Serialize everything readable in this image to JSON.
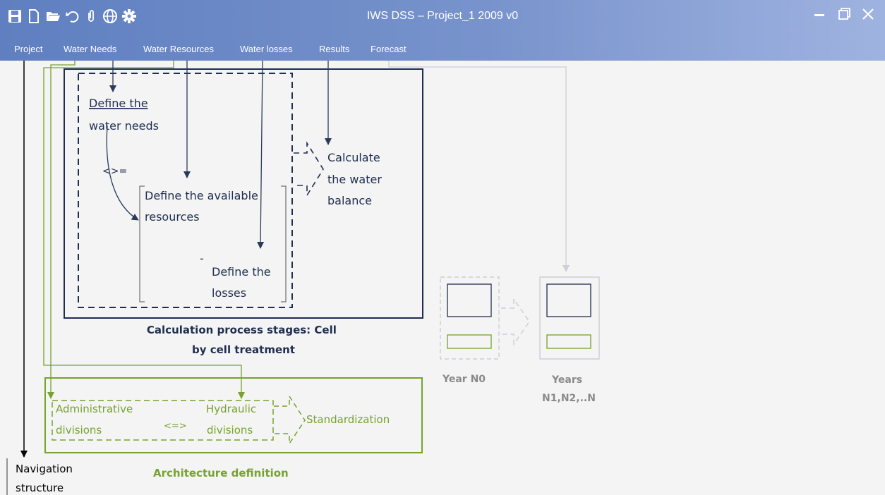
{
  "window": {
    "title": "IWS DSS  –  Project_1 2009 v0",
    "toolbar_icons": [
      "save-icon",
      "new-file-icon",
      "open-folder-icon",
      "undo-icon",
      "attach-icon",
      "globe-icon",
      "settings-icon"
    ],
    "controls": [
      "minimize-icon",
      "restore-icon",
      "close-icon"
    ]
  },
  "menu": {
    "items": [
      "Project",
      "Water Needs",
      "Water Resources",
      "Water losses",
      "Results",
      "Forecast"
    ]
  },
  "diagram": {
    "define_needs": [
      "Define the",
      "water needs"
    ],
    "compare_symbol": "<>=",
    "define_resources": [
      "Define the available",
      "resources"
    ],
    "dash_mark": "-",
    "define_losses": [
      "Define the",
      "losses"
    ],
    "calculate_balance": [
      "Calculate",
      "the water",
      "balance"
    ],
    "calculation_caption": [
      "Calculation process stages: Cell",
      "by cell treatment"
    ],
    "year_n0": "Year N0",
    "years_next": [
      "Years",
      "N1,N2,..N"
    ],
    "admin_divisions": [
      "Administrative",
      "divisions"
    ],
    "equivalence_symbol": "<=>",
    "hydraulic_divisions": [
      "Hydraulic",
      "divisions"
    ],
    "standardization": "Standardization",
    "architecture_caption": "Architecture definition",
    "navigation_label": [
      "Navigation",
      "structure"
    ]
  },
  "colors": {
    "titlebar_start": "#5f7fc0",
    "titlebar_end": "#9fb3e0",
    "navy": "#1f2e4f",
    "green": "#77a22d",
    "light_gray": "#cfcfd6"
  }
}
